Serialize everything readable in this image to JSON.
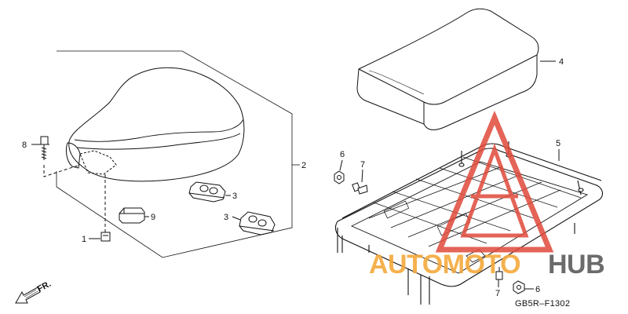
{
  "callouts": {
    "c1": "1",
    "c2": "2",
    "c3a": "3",
    "c3b": "3",
    "c4": "4",
    "c5": "5",
    "c6a": "6",
    "c6b": "6",
    "c7a": "7",
    "c7b": "7",
    "c8": "8",
    "c9": "9"
  },
  "front_marker": "FR.",
  "diagram_code": "GB5R–F1302",
  "watermark": {
    "part1": "AUTOMOTO",
    "part2": "HUB",
    "color_primary": "#f4a93a",
    "color_secondary": "#5b5b5b",
    "logo_color": "#e04a3a"
  }
}
